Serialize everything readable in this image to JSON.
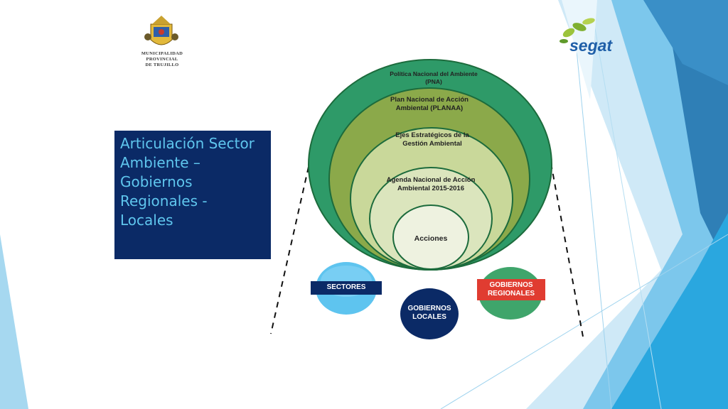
{
  "logos": {
    "left": {
      "icon": "municipal-coat-of-arms-icon",
      "caption": [
        "MUNICIPALIDAD",
        "PROVINCIAL",
        "DE TRUJILLO"
      ]
    },
    "right": {
      "icon": "segat-leaf-icon",
      "name": "segat"
    }
  },
  "title": [
    "Articulación Sector",
    "Ambiente –",
    "Gobiernos",
    "Regionales -",
    "Locales"
  ],
  "circles": {
    "pna": [
      "Política Nacional del Ambiente",
      "(PNA)"
    ],
    "planaa": [
      "Plan Nacional de Acción",
      "Ambiental (PLANAA)"
    ],
    "ejes": [
      "Ejes Estratégicos de la",
      "Gestión Ambiental"
    ],
    "agenda": [
      "Agenda Nacional de Acción",
      "Ambiental  2015-2016"
    ],
    "acciones": "Acciones"
  },
  "actors": {
    "sectores": "SECTORES",
    "gobiernos_locales": [
      "GOBIERNOS",
      "LOCALES"
    ],
    "gobiernos_regionales": [
      "GOBIERNOS",
      "REGIONALES"
    ]
  },
  "colors": {
    "title_box": "#0b2a66",
    "title_text": "#5fc6ee",
    "outer_circle": "#2e9a68",
    "circle_2": "#8ba94a",
    "circle_3": "#c9d89a",
    "circle_4": "#dbe5bd",
    "circle_5": "#eef2e0",
    "circle_stroke": "#1c6b3c",
    "sectores_tag": "#0b2a66",
    "regionales_tag": "#e03c31",
    "locales_circle": "#0b2a66"
  }
}
